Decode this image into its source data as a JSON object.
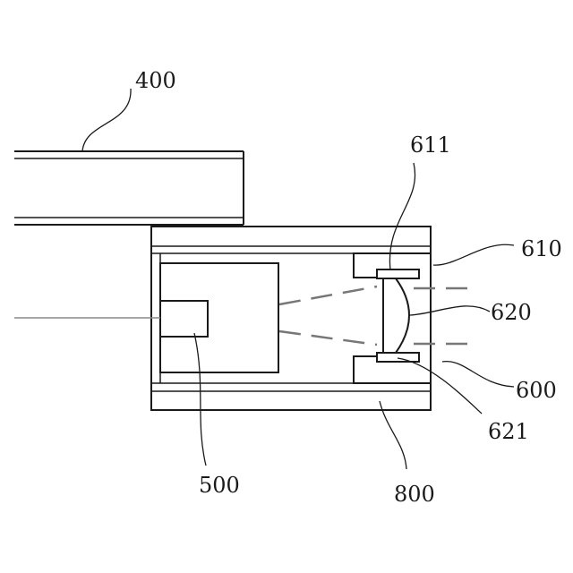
{
  "labels": {
    "l400": "400",
    "l611": "611",
    "l610": "610",
    "l620": "620",
    "l600": "600",
    "l621": "621",
    "l500": "500",
    "l800": "800"
  }
}
